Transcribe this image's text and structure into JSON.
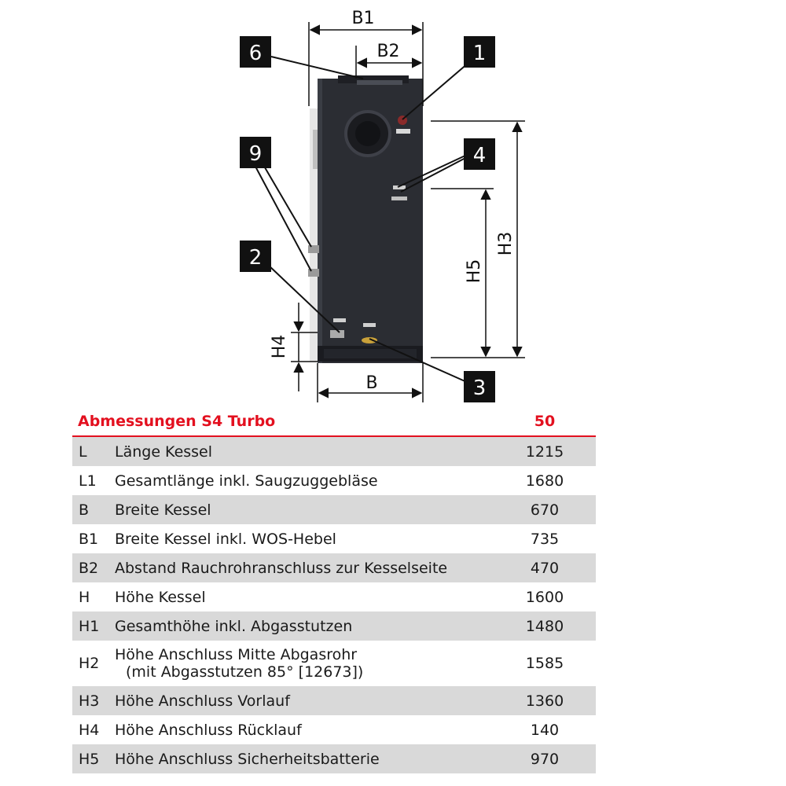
{
  "diagram": {
    "callouts": [
      {
        "id": "c1",
        "label": "1"
      },
      {
        "id": "c2",
        "label": "2"
      },
      {
        "id": "c3",
        "label": "3"
      },
      {
        "id": "c4",
        "label": "4"
      },
      {
        "id": "c6",
        "label": "6"
      },
      {
        "id": "c9",
        "label": "9"
      }
    ],
    "dimensions": {
      "b1": "B1",
      "b2": "B2",
      "b": "B",
      "h3": "H3",
      "h4": "H4",
      "h5": "H5"
    }
  },
  "table": {
    "title": "Abmessungen S4 Turbo",
    "model": "50",
    "rows": [
      {
        "code": "L",
        "desc": "Länge Kessel",
        "value": "1215"
      },
      {
        "code": "L1",
        "desc": "Gesamtlänge inkl. Saugzuggebläse",
        "value": "1680"
      },
      {
        "code": "B",
        "desc": "Breite Kessel",
        "value": "670"
      },
      {
        "code": "B1",
        "desc": "Breite Kessel inkl. WOS-Hebel",
        "value": "735"
      },
      {
        "code": "B2",
        "desc": "Abstand Rauchrohranschluss zur Kesselseite",
        "value": "470"
      },
      {
        "code": "H",
        "desc": "Höhe Kessel",
        "value": "1600"
      },
      {
        "code": "H1",
        "desc": "Gesamthöhe inkl. Abgasstutzen",
        "value": "1480"
      },
      {
        "code": "H2",
        "desc": "Höhe Anschluss Mitte Abgasrohr",
        "desc2": "(mit Abgasstutzen 85° [12673])",
        "value": "1585"
      },
      {
        "code": "H3",
        "desc": "Höhe Anschluss Vorlauf",
        "value": "1360"
      },
      {
        "code": "H4",
        "desc": "Höhe Anschluss Rücklauf",
        "value": "140"
      },
      {
        "code": "H5",
        "desc": "Höhe Anschluss Sicherheitsbatterie",
        "value": "970"
      }
    ]
  },
  "colors": {
    "accent": "#e3101f",
    "row_shade": "#d9d9d9",
    "boiler_body": "#2b2d33"
  }
}
